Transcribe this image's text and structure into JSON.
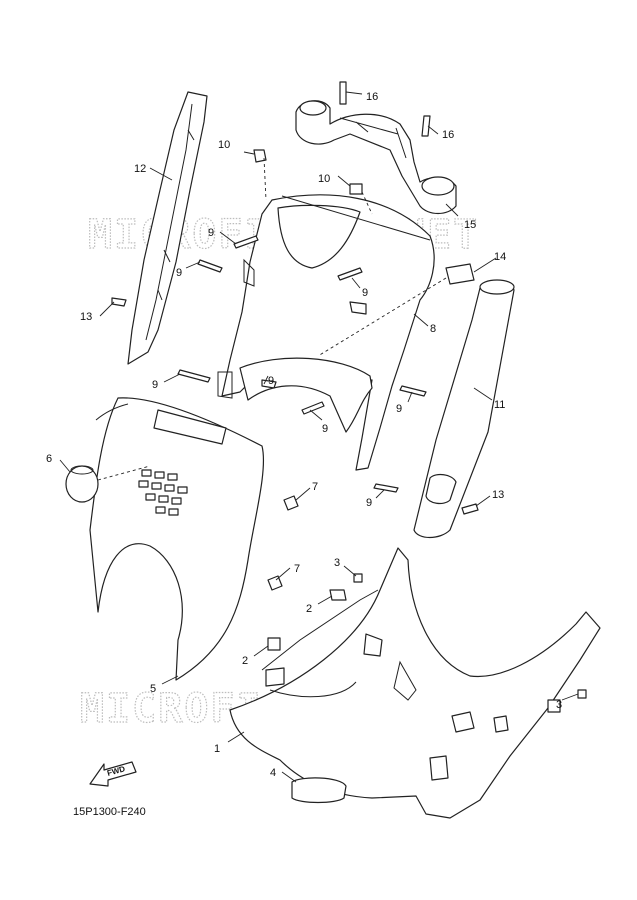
{
  "diagram_code": "15P1300-F240",
  "watermark": "MICROFICHES.NET",
  "fwd_label": "FWD",
  "callouts": {
    "c1": "1",
    "c2a": "2",
    "c2b": "2",
    "c3a": "3",
    "c3b": "3",
    "c4": "4",
    "c5": "5",
    "c6": "6",
    "c7a": "7",
    "c7b": "7",
    "c8": "8",
    "c9a": "9",
    "c9b": "9",
    "c9c": "9",
    "c9d": "9",
    "c9e": "9",
    "c9f": "9",
    "c9g": "9",
    "c9h": "9",
    "c10a": "10",
    "c10b": "10",
    "c11": "11",
    "c12": "12",
    "c13a": "13",
    "c13b": "13",
    "c14": "14",
    "c15": "15",
    "c16a": "16",
    "c16b": "16"
  }
}
